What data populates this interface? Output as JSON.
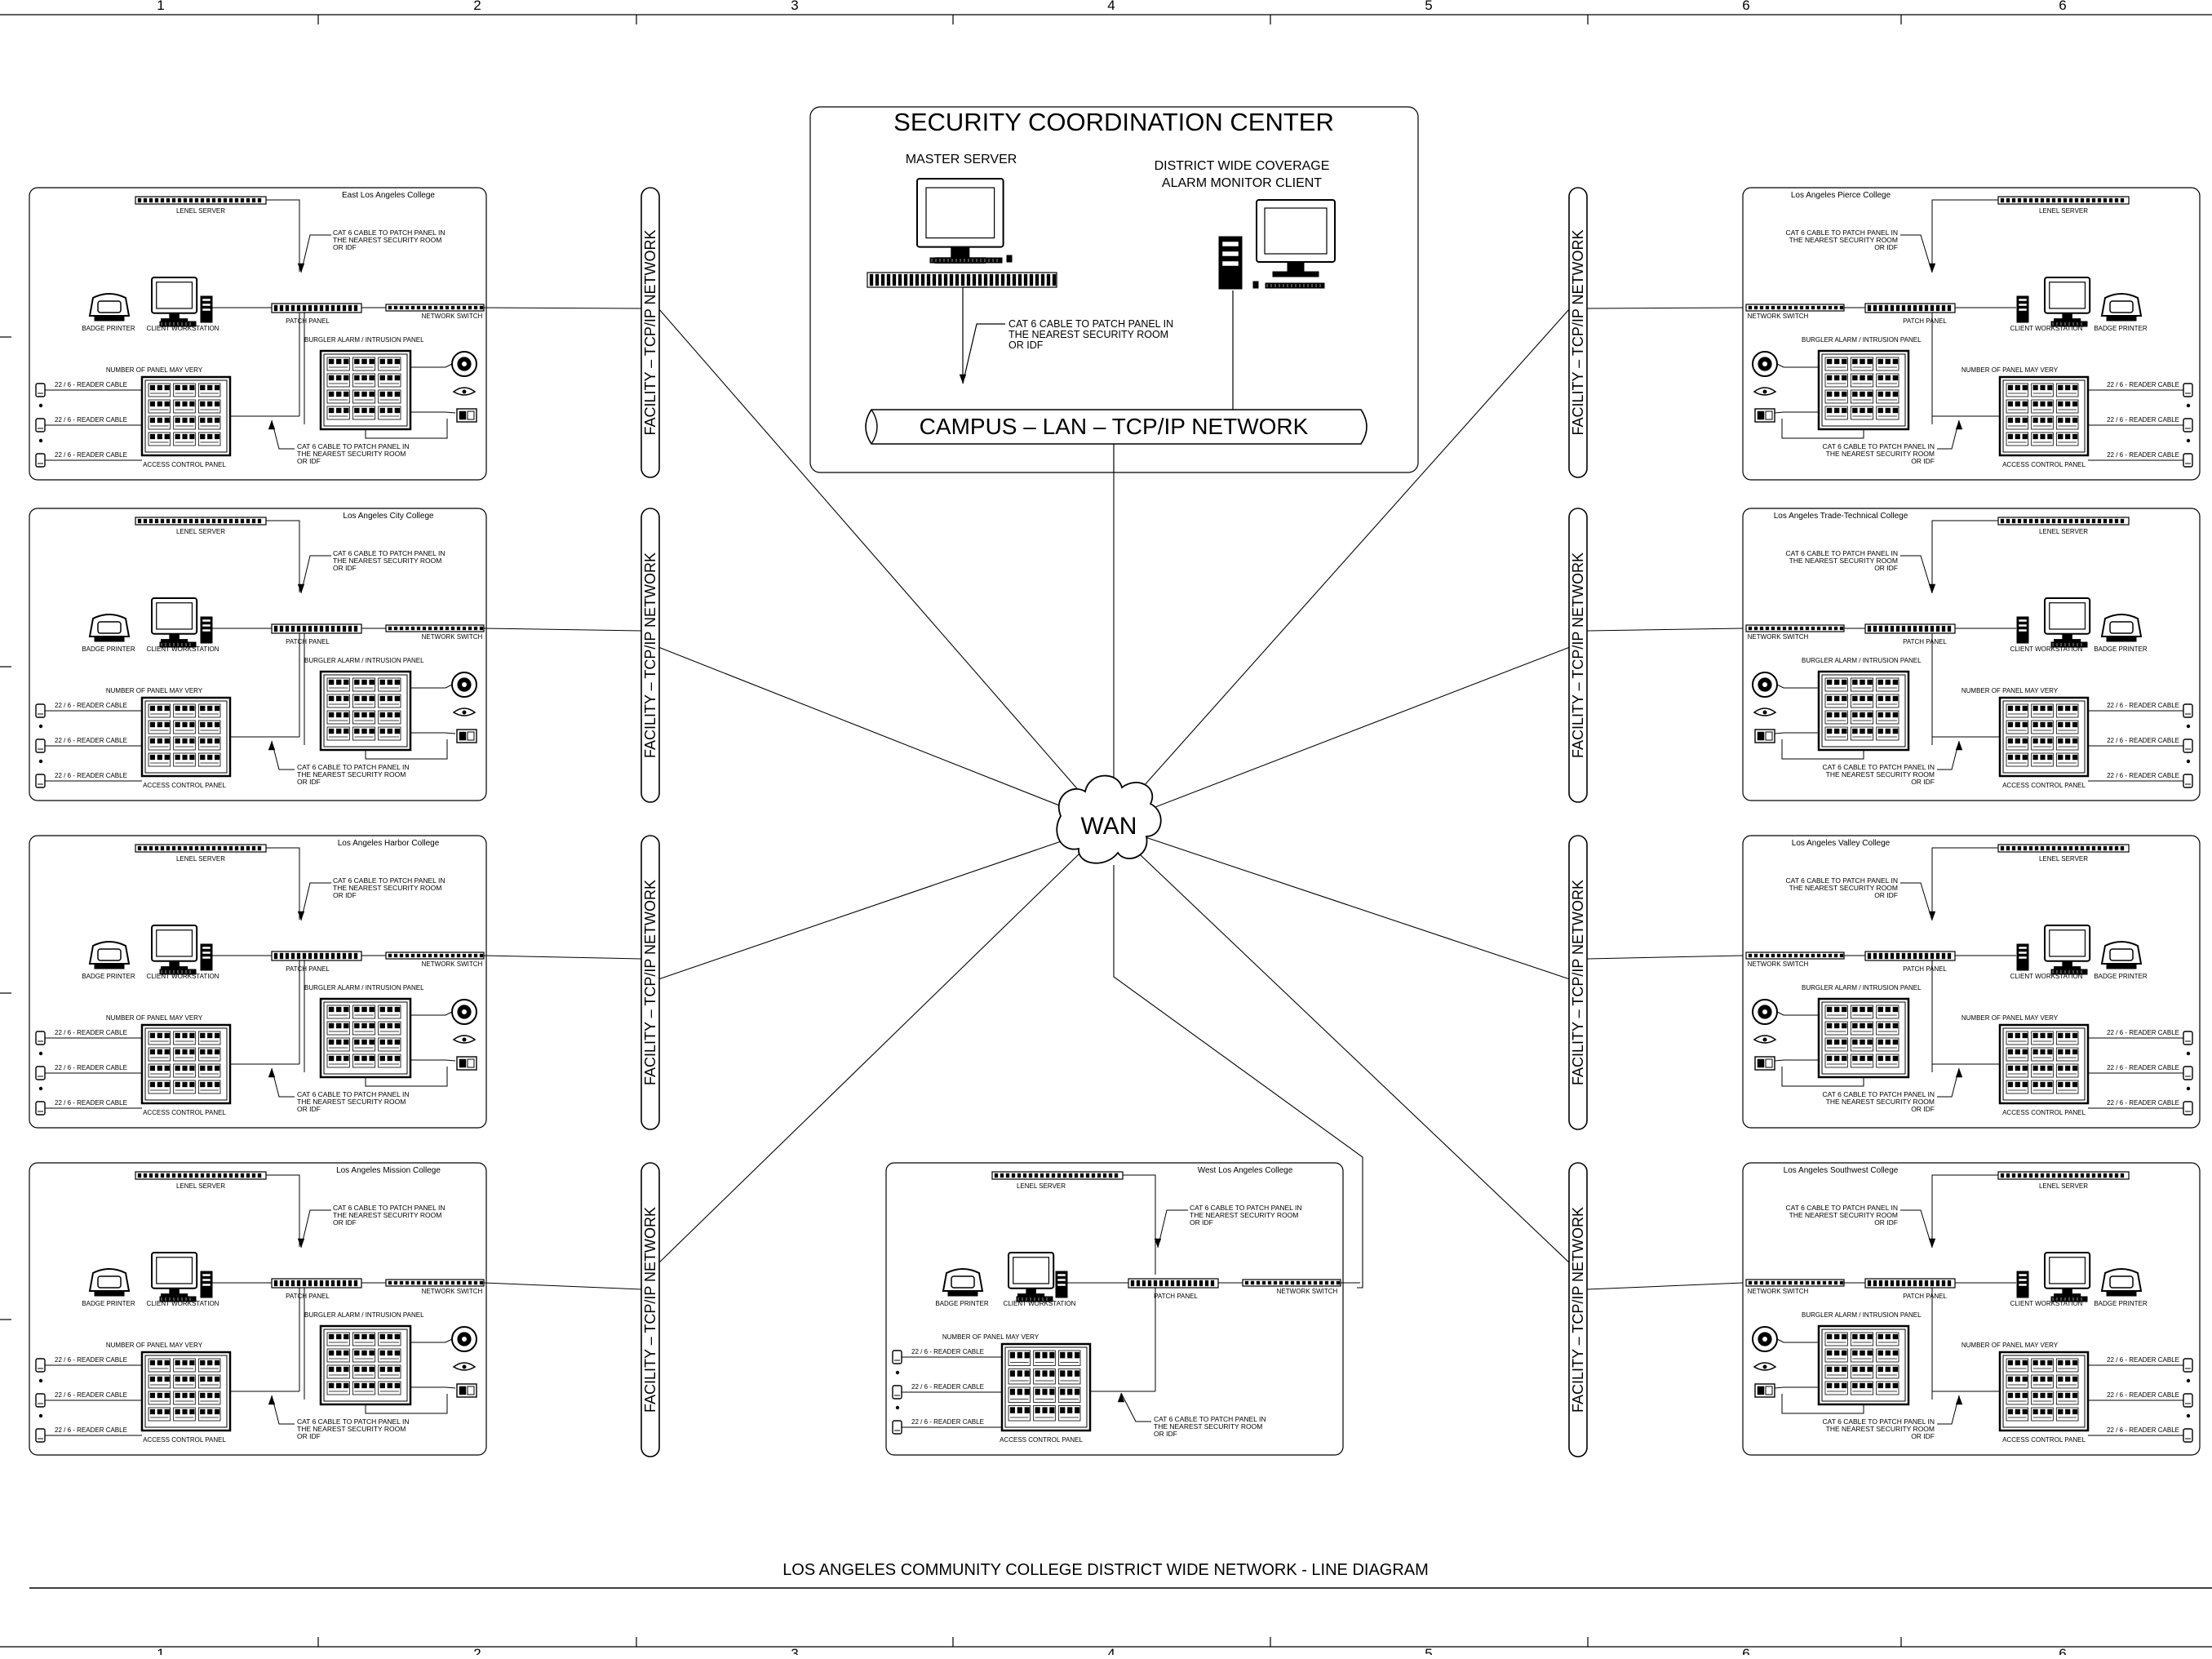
{
  "frame": {
    "column_numbers": [
      "1",
      "2",
      "3",
      "4",
      "5",
      "6",
      "6"
    ],
    "footer_title": "LOS ANGELES COMMUNITY COLLEGE DISTRICT WIDE NETWORK - LINE DIAGRAM"
  },
  "center": {
    "title": "SECURITY COORDINATION CENTER",
    "master_server": "MASTER SERVER",
    "alarm_client_line1": "DISTRICT WIDE COVERAGE",
    "alarm_client_line2": "ALARM MONITOR CLIENT",
    "cable_note": [
      "CAT 6 CABLE TO PATCH PANEL IN",
      "THE NEAREST SECURITY ROOM",
      "OR IDF"
    ],
    "campus_lan": "CAMPUS  –  LAN  –  TCP/IP  NETWORK"
  },
  "wan": {
    "label": "WAN"
  },
  "facility_label": "FACILITY  –  TCP/IP  NETWORK",
  "device_labels": {
    "lenel_server": "LENEL SERVER",
    "badge_printer": "BADGE PRINTER",
    "client_workstation": "CLIENT WORKSTATION",
    "patch_panel": "PATCH PANEL",
    "network_switch": "NETWORK SWITCH",
    "burglar_alarm": "BURGLER ALARM / INTRUSION PANEL",
    "panel_count_note": "NUMBER OF PANEL MAY VERY",
    "reader_cable": "22 / 6 - READER CABLE",
    "access_control_panel": "ACCESS CONTROL PANEL",
    "cat6_note": [
      "CAT 6 CABLE TO PATCH PANEL IN",
      "THE NEAREST SECURITY ROOM",
      "OR IDF"
    ]
  },
  "colleges": {
    "left": [
      "East Los Angeles College",
      "Los Angeles City College",
      "Los Angeles Harbor College",
      "Los Angeles Mission College"
    ],
    "right": [
      "Los Angeles Pierce College",
      "Los Angeles Trade-Technical College",
      "Los Angeles Valley College",
      "Los Angeles Southwest College"
    ],
    "bottom": "West Los Angeles College"
  }
}
